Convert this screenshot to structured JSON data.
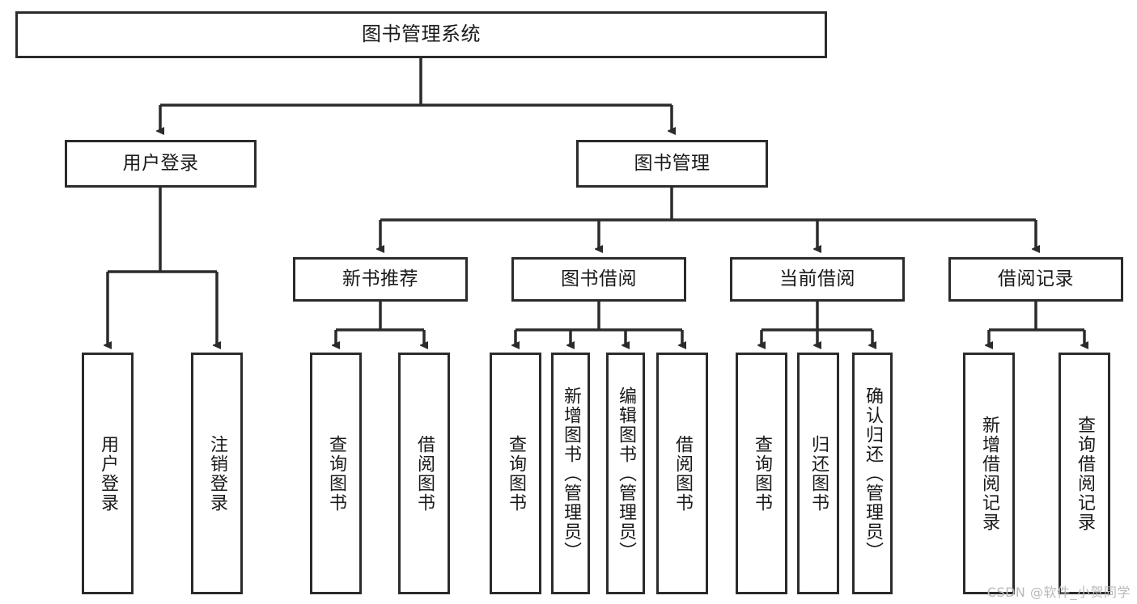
{
  "diagram": {
    "type": "tree-hierarchy",
    "title": "图书管理系统",
    "root": {
      "id": "root",
      "label": "图书管理系统"
    },
    "level1": [
      {
        "id": "user-login",
        "label": "用户登录"
      },
      {
        "id": "book-manage",
        "label": "图书管理"
      }
    ],
    "level2": [
      {
        "id": "new-book-rec",
        "label": "新书推荐",
        "parent": "book-manage"
      },
      {
        "id": "book-borrow",
        "label": "图书借阅",
        "parent": "book-manage"
      },
      {
        "id": "current-borrow",
        "label": "当前借阅",
        "parent": "book-manage"
      },
      {
        "id": "borrow-record",
        "label": "借阅记录",
        "parent": "book-manage"
      }
    ],
    "leaves": [
      {
        "id": "leaf-user-login",
        "label": "用户登录",
        "parent": "user-login"
      },
      {
        "id": "leaf-logout-login",
        "label": "注销登录",
        "parent": "user-login"
      },
      {
        "id": "leaf-query-book-1",
        "label": "查询图书",
        "parent": "new-book-rec"
      },
      {
        "id": "leaf-borrow-book-1",
        "label": "借阅图书",
        "parent": "new-book-rec"
      },
      {
        "id": "leaf-query-book-2",
        "label": "查询图书",
        "parent": "book-borrow"
      },
      {
        "id": "leaf-add-book",
        "label": "新增图书（管理员）",
        "parent": "book-borrow"
      },
      {
        "id": "leaf-edit-book",
        "label": "编辑图书（管理员）",
        "parent": "book-borrow"
      },
      {
        "id": "leaf-borrow-book-2",
        "label": "借阅图书",
        "parent": "book-borrow"
      },
      {
        "id": "leaf-query-book-3",
        "label": "查询图书",
        "parent": "current-borrow"
      },
      {
        "id": "leaf-return-book",
        "label": "归还图书",
        "parent": "current-borrow"
      },
      {
        "id": "leaf-confirm-return",
        "label": "确认归还（管理员）",
        "parent": "current-borrow"
      },
      {
        "id": "leaf-add-record",
        "label": "新增借阅记录",
        "parent": "borrow-record"
      },
      {
        "id": "leaf-query-record",
        "label": "查询借阅记录",
        "parent": "borrow-record"
      }
    ],
    "colors": {
      "stroke": "#2b2b2b",
      "fill": "#ffffff",
      "text": "#1a1a1a",
      "watermark": "#b9b9b9"
    }
  },
  "watermark": {
    "text": "CSDN @软件_小贺同学"
  }
}
